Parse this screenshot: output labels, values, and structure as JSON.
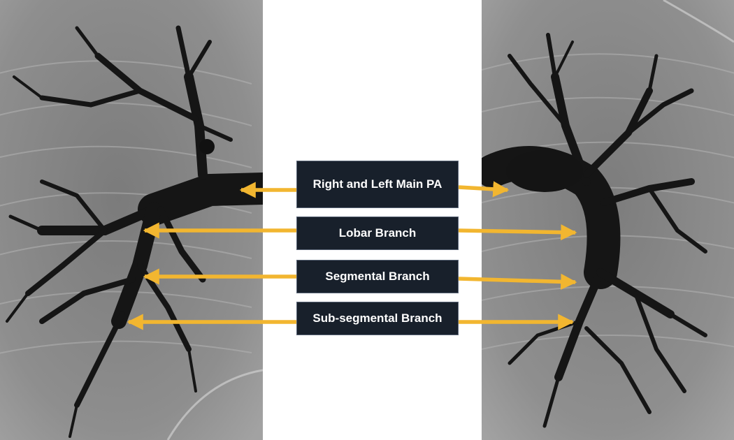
{
  "labels": {
    "main_pa": "Right and Left Main PA",
    "lobar": "Lobar Branch",
    "segmental": "Segmental Branch",
    "subsegmental": "Sub-segmental Branch"
  },
  "colors": {
    "arrow": "#f2b630",
    "label_background": "#18202b",
    "label_text": "#ffffff",
    "xray_background": "#8d8d8d",
    "vessel": "#151515"
  }
}
